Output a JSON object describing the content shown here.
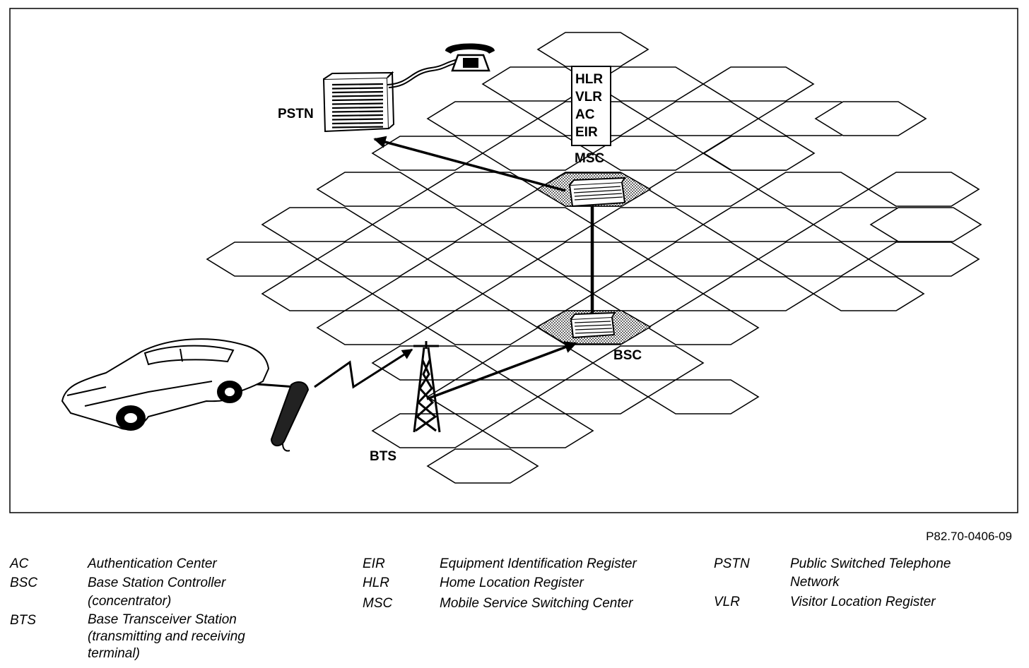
{
  "diagram": {
    "labels": {
      "pstn": "PSTN",
      "msc": "MSC",
      "bsc": "BSC",
      "bts": "BTS",
      "msc_registers": [
        "HLR",
        "VLR",
        "AC",
        "EIR"
      ]
    },
    "icons": [
      "telephone-icon",
      "pstn-exchange-icon",
      "msc-switch-icon",
      "bsc-controller-icon",
      "bts-tower-icon",
      "car-icon",
      "mobile-phone-icon",
      "radio-link-icon"
    ],
    "colors": {
      "line": "#000000",
      "background": "#ffffff"
    }
  },
  "figure_ref": "P82.70-0406-09",
  "legend": [
    {
      "abbr": "AC",
      "def": "Authentication Center"
    },
    {
      "abbr": "BSC",
      "def": "Base Station Controller (concentrator)"
    },
    {
      "abbr": "BTS",
      "def": "Base Transceiver Station (transmitting and receiving terminal)"
    },
    {
      "abbr": "EIR",
      "def": "Equipment Identification Register"
    },
    {
      "abbr": "HLR",
      "def": "Home Location Register"
    },
    {
      "abbr": "MSC",
      "def": "Mobile Service Switching Center"
    },
    {
      "abbr": "PSTN",
      "def": "Public Switched Telephone Network"
    },
    {
      "abbr": "VLR",
      "def": "Visitor Location Register"
    }
  ]
}
